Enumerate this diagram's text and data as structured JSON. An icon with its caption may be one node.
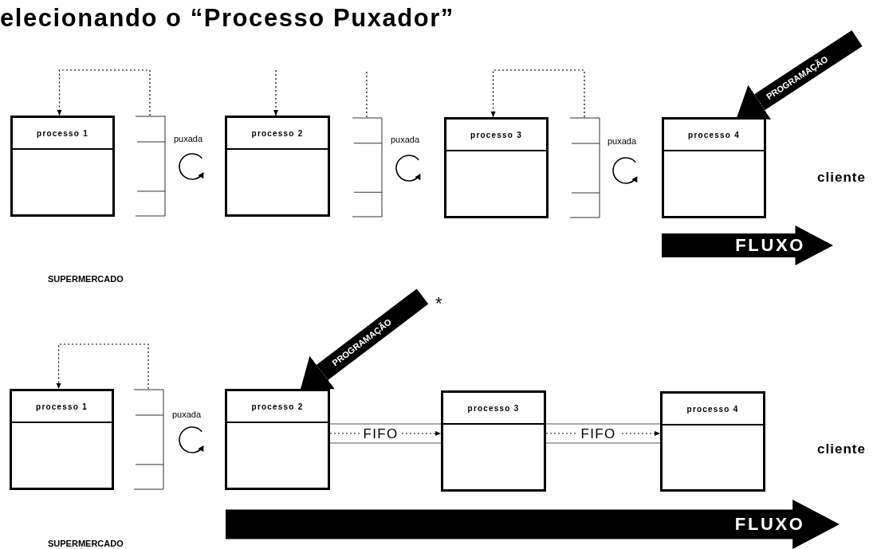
{
  "diagram": {
    "title": "elecionando o “Processo Puxador”",
    "nodes": [
      {
        "text": [
          "processo 1"
        ]
      },
      {
        "text": [],
        "shape": "box",
        "beside": [
          "puxada"
        ]
      },
      {
        "text": [
          "processo 2"
        ]
      },
      {
        "text": [],
        "shape": "box",
        "beside": [
          "puxada"
        ]
      },
      {
        "text": [
          "processo 3"
        ]
      },
      {
        "text": [],
        "shape": "box",
        "beside": [
          "puxada"
        ]
      },
      {
        "text": [
          "processo 4"
        ]
      },
      {
        "text": [
          "FLUXO"
        ]
      },
      {
        "text": [
          "processo 1"
        ]
      },
      {
        "text": [],
        "shape": "box",
        "beside": [
          "puxada"
        ]
      },
      {
        "text": [
          "processo 2"
        ]
      },
      {
        "text": [
          "processo 3"
        ]
      },
      {
        "text": [
          "processo 4"
        ]
      },
      {
        "text": [
          "FLUXO"
        ]
      }
    ],
    "edges": [
      {
        "from": 1,
        "to": 0,
        "arrow": "to",
        "style": "dashed"
      },
      {
        "from": null,
        "to": 2,
        "arrow": "to",
        "style": "dashed"
      },
      {
        "from": 3,
        "to": null,
        "arrow": "none",
        "style": "dashed"
      },
      {
        "from": 5,
        "to": 4,
        "arrow": "to",
        "style": "dashed"
      },
      {
        "from": null,
        "to": 6,
        "arrow": "to",
        "style": "thick",
        "label": "PROGRAMAÇÃO"
      },
      {
        "from": 9,
        "to": 8,
        "arrow": "to",
        "style": "dashed"
      },
      {
        "from": null,
        "to": 10,
        "arrow": "to",
        "style": "thick",
        "label": "PROGRAMAÇÃO"
      },
      {
        "from": 10,
        "to": 11,
        "arrow": "to",
        "style": "dashed",
        "label": "FIFO"
      },
      {
        "from": 11,
        "to": 12,
        "arrow": "to",
        "style": "dashed",
        "label": "FIFO"
      }
    ],
    "labels": [
      "cliente",
      "SUPERMERCADO",
      "*",
      "cliente",
      "SUPERMERCADO"
    ]
  }
}
